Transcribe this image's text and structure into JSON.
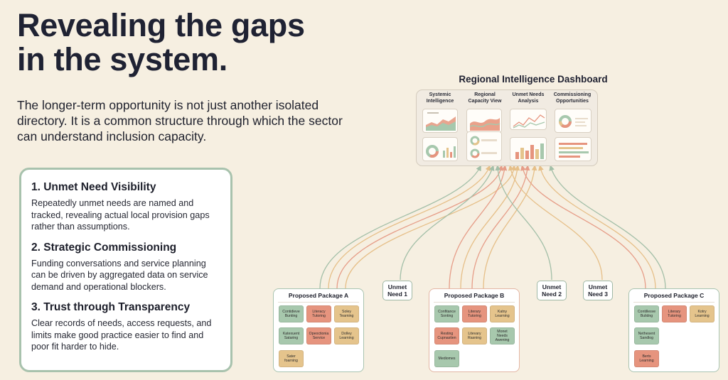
{
  "headline": {
    "line1": "Revealing the gaps",
    "line2": "in the system."
  },
  "intro": "The longer-term opportunity is not just another isolated directory. It is a common structure through which the sector can understand inclusion capacity.",
  "points": [
    {
      "title": "1. Unmet Need Visibility",
      "body": "Repeatedly unmet needs are named and tracked, revealing actual local provision gaps rather than assumptions."
    },
    {
      "title": "2. Strategic Commissioning",
      "body": "Funding conversations and service planning can be driven by aggregated data on service demand and operational blockers."
    },
    {
      "title": "3. Trust through Transparency",
      "body": "Clear records of needs, access requests, and limits make good practice easier to find and poor fit harder to hide."
    }
  ],
  "dashboard": {
    "title": "Regional Intelligence Dashboard",
    "columns": [
      {
        "line1": "Systemic",
        "line2": "Intelligence"
      },
      {
        "line1": "Regional",
        "line2": "Capacity View"
      },
      {
        "line1": "Unmet Needs",
        "line2": "Analysis"
      },
      {
        "line1": "Commissioning",
        "line2": "Opportunities"
      }
    ]
  },
  "needs": [
    {
      "line1": "Unmet",
      "line2": "Need 1"
    },
    {
      "line1": "Unmet",
      "line2": "Need 2"
    },
    {
      "line1": "Unmet",
      "line2": "Need 3"
    }
  ],
  "packages": [
    {
      "title": "Proposed Package A",
      "chips": [
        {
          "line1": "Contidieve",
          "line2": "Bunting",
          "color": "green"
        },
        {
          "line1": "Literacy",
          "line2": "Tutoring",
          "color": "red"
        },
        {
          "line1": "Soley",
          "line2": "Tearning",
          "color": "tan"
        },
        {
          "line1": "Katexuent",
          "line2": "Sataring",
          "color": "green"
        },
        {
          "line1": "Opeoctionia",
          "line2": "Service",
          "color": "red"
        },
        {
          "line1": "Dolley",
          "line2": "Learning",
          "color": "tan"
        },
        {
          "line1": "Sater",
          "line2": "foarning",
          "color": "tan"
        }
      ]
    },
    {
      "title": "Proposed Package B",
      "chips": [
        {
          "line1": "Confitance",
          "line2": "Sonting",
          "color": "green"
        },
        {
          "line1": "Literary",
          "line2": "Tutoring",
          "color": "red"
        },
        {
          "line1": "Katny",
          "line2": "Learning",
          "color": "tan"
        },
        {
          "line1": "Resting",
          "line2": "Cupnastien",
          "color": "red"
        },
        {
          "line1": "Litevary",
          "line2": "Rasning",
          "color": "tan"
        },
        {
          "line1": "Monet",
          "line2": "Needs",
          "line3": "Awening",
          "color": "green"
        },
        {
          "line1": "Mediomes",
          "color": "green"
        }
      ]
    },
    {
      "title": "Proposed Package C",
      "chips": [
        {
          "line1": "Contillesve",
          "line2": "Bulidng",
          "color": "green"
        },
        {
          "line1": "Literary",
          "line2": "Tutoring",
          "color": "red"
        },
        {
          "line1": "Kotry",
          "line2": "Learning",
          "color": "tan"
        },
        {
          "line1": "Nethesent",
          "line2": "Sandlog",
          "color": "green"
        },
        {
          "line1": "Berts",
          "line2": "Learning",
          "color": "red"
        }
      ]
    }
  ],
  "colors": {
    "background": "#f6efe1",
    "green": "#a7c8ad",
    "red": "#e6947e",
    "tan": "#e5c48c",
    "connector_green": "#a3bfa8",
    "connector_coral": "#e69d88",
    "connector_tan": "#e6bf88"
  }
}
